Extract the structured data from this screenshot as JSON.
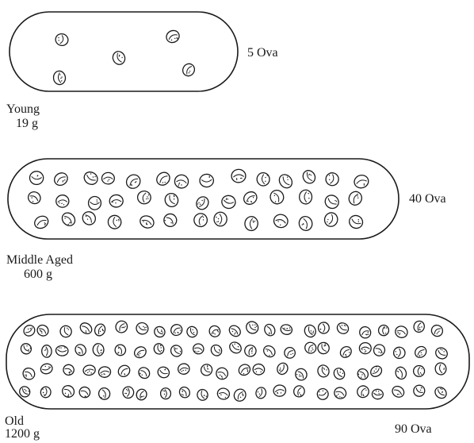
{
  "panels": [
    {
      "id": "young",
      "stage": "Young",
      "mass": "19 g",
      "ova_label": "5 Ova",
      "ova_count": 5
    },
    {
      "id": "middle",
      "stage": "Middle Aged",
      "mass": "600 g",
      "ova_label": "40 Ova",
      "ova_count": 40
    },
    {
      "id": "old",
      "stage": "Old",
      "mass": "1200 g",
      "ova_label": "90 Ova",
      "ova_count": 90
    }
  ],
  "colors": {
    "ink": "#1a1a1a",
    "paper": "#ffffff"
  }
}
